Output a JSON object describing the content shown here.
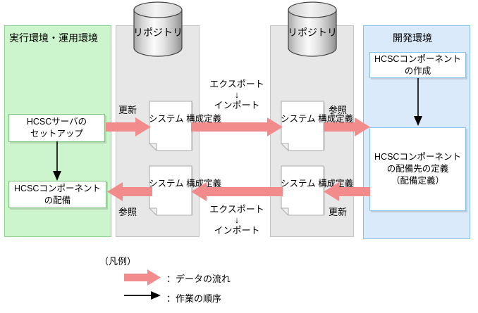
{
  "diagram": {
    "panels": [
      {
        "id": "runtime",
        "title": "実行環境・運用環境",
        "color": "#cdf5cd"
      },
      {
        "id": "repo-left",
        "title": "",
        "color": "#e7e7e7"
      },
      {
        "id": "repo-right",
        "title": "",
        "color": "#e7e7e7"
      },
      {
        "id": "develop",
        "title": "開発環境",
        "color": "#dbeafb"
      }
    ],
    "repositories": [
      {
        "id": "repo-left-cylinder",
        "label": "リポジトリ"
      },
      {
        "id": "repo-right-cylinder",
        "label": "リポジトリ"
      }
    ],
    "boxes": [
      {
        "id": "hcsc-server-setup",
        "lines": [
          "HCSCサーバの",
          "セットアップ"
        ]
      },
      {
        "id": "hcsc-component-deploy",
        "lines": [
          "HCSCコンポーネント",
          "の配備"
        ]
      },
      {
        "id": "hcsc-component-create",
        "lines": [
          "HCSCコンポーネント",
          "の作成"
        ]
      },
      {
        "id": "hcsc-component-target",
        "lines": [
          "HCSCコンポーネント",
          "の配備先の定義",
          "（配備定義）"
        ]
      }
    ],
    "documents": [
      {
        "id": "sysdef-left-top",
        "lines": [
          "システム",
          "構成定義"
        ]
      },
      {
        "id": "sysdef-right-top",
        "lines": [
          "システム",
          "構成定義"
        ]
      },
      {
        "id": "sysdef-left-bottom",
        "lines": [
          "システム",
          "構成定義"
        ]
      },
      {
        "id": "sysdef-right-bottom",
        "lines": [
          "システム",
          "構成定義"
        ]
      }
    ],
    "flow_labels": [
      {
        "id": "update-top",
        "text": "更新"
      },
      {
        "id": "reference-top",
        "text": "参照"
      },
      {
        "id": "reference-bottom",
        "text": "参照"
      },
      {
        "id": "update-bottom",
        "text": "更新"
      }
    ],
    "transfer_labels": [
      {
        "id": "transfer-top",
        "export": "エクスポート",
        "sep": "↓",
        "import": "インポート"
      },
      {
        "id": "transfer-bottom",
        "export": "エクスポート",
        "sep": "↓",
        "import": "インポート"
      }
    ],
    "legend": {
      "title": "（凡例）",
      "items": [
        {
          "id": "legend-data-flow",
          "label": "：データの流れ",
          "kind": "thick-pink-arrow"
        },
        {
          "id": "legend-work-order",
          "label": "：作業の順序",
          "kind": "thin-black-arrow"
        }
      ]
    },
    "colors": {
      "flow_arrow": "#f28c8c",
      "runtime_panel": "#cdf5cd",
      "repo_panel": "#e7e7e7",
      "develop_panel": "#dbeafb",
      "seq_arrow": "#000000"
    }
  }
}
